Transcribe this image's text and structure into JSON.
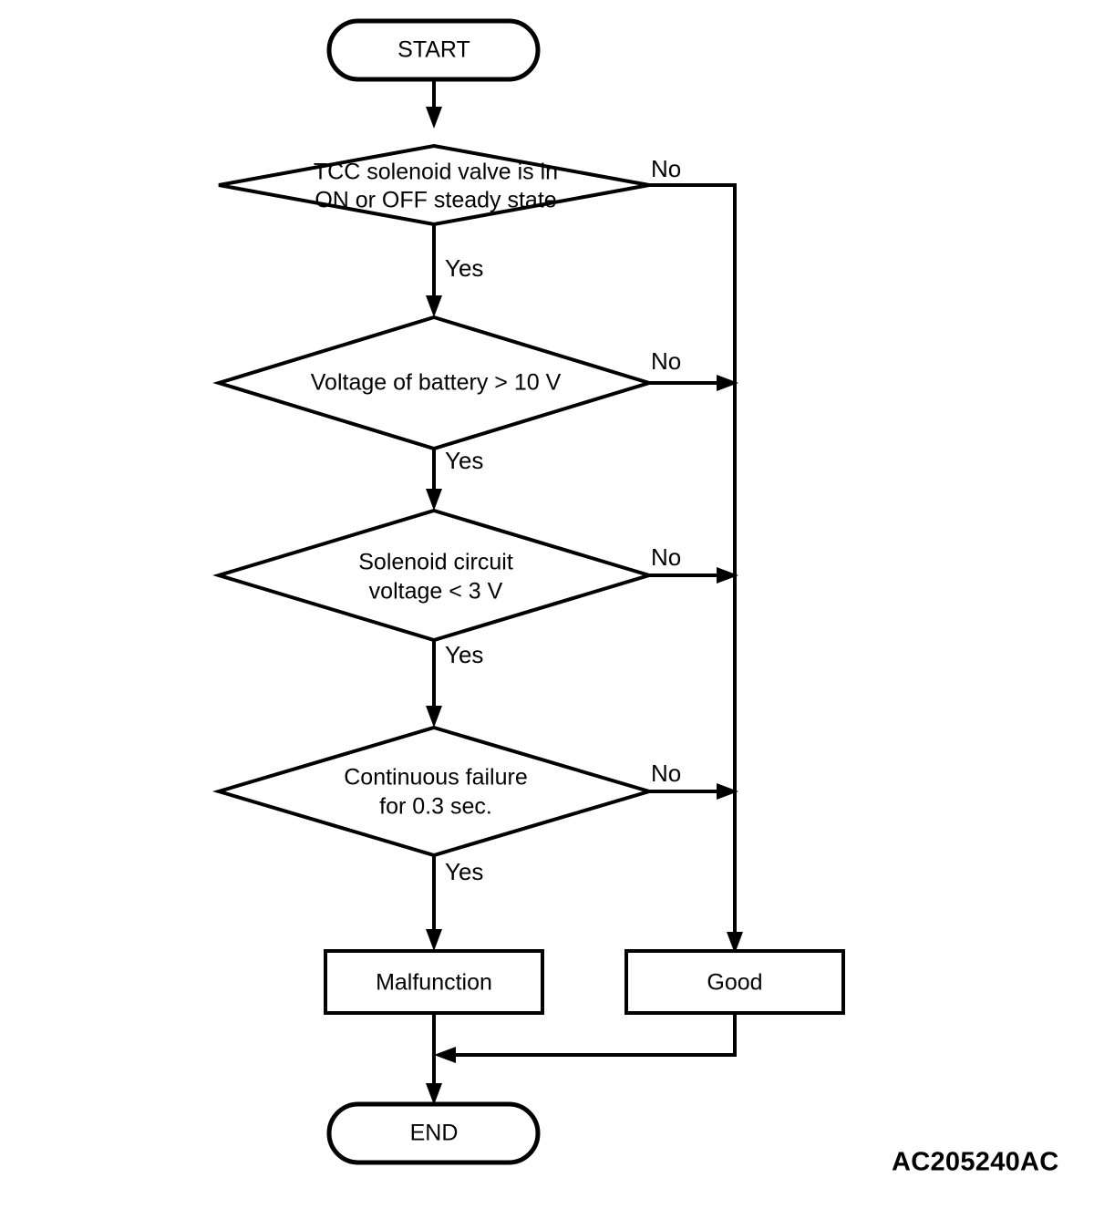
{
  "diagram": {
    "title": "TCC solenoid valve circuit diagnosis flowchart",
    "figure_code": "AC205240AC",
    "line_color": "#000000",
    "background_color": "#ffffff",
    "nodes": {
      "start": {
        "label": "START",
        "type": "terminator"
      },
      "end": {
        "label": "END",
        "type": "terminator"
      },
      "decision_1": {
        "type": "decision",
        "line1": "TCC solenoid valve is in",
        "line2": "ON or OFF steady state"
      },
      "decision_2": {
        "type": "decision",
        "line1": "Voltage of battery > 10 V",
        "line2": ""
      },
      "decision_3": {
        "type": "decision",
        "line1": "Solenoid circuit",
        "line2": "voltage < 3 V"
      },
      "decision_4": {
        "type": "decision",
        "line1": "Continuous failure",
        "line2": "for 0.3 sec."
      },
      "result_malfunction": {
        "label": "Malfunction",
        "type": "process"
      },
      "result_good": {
        "label": "Good",
        "type": "process"
      }
    },
    "edge_labels": {
      "no_1": "No",
      "yes_1": "Yes",
      "no_2": "No",
      "yes_2": "Yes",
      "no_3": "No",
      "yes_3": "Yes",
      "no_4": "No",
      "yes_4": "Yes"
    }
  }
}
